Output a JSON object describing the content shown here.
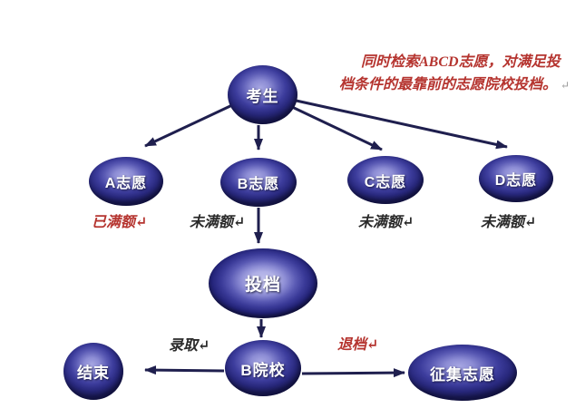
{
  "annotation": {
    "line1": "同时检索ABCD志愿，对满足投",
    "line2": "档条件的最靠前的志愿院校投档。",
    "return_mark": "↵"
  },
  "nodes": {
    "kaosheng": {
      "label": "考生"
    },
    "vol_a": {
      "label": "A志愿",
      "status": "已满额↵",
      "status_state": "full"
    },
    "vol_b": {
      "label": "B志愿",
      "status": "未满额↵",
      "status_state": "not-full"
    },
    "vol_c": {
      "label": "C志愿",
      "status": "未满额↵",
      "status_state": "not-full"
    },
    "vol_d": {
      "label": "D志愿",
      "status": "未满额↵",
      "status_state": "not-full"
    },
    "toudang": {
      "label": "投档"
    },
    "college_b": {
      "label": "B院校"
    },
    "end": {
      "label": "结束"
    },
    "zhengji": {
      "label": "征集志愿"
    }
  },
  "edge_labels": {
    "admit": "录取↵",
    "reject": "退档↵"
  },
  "colors": {
    "node_edge": "#1b1b58",
    "node_mid": "#4a4aaa",
    "node_highlight": "#a6a6e2",
    "toudang_center": "#c2c2ee",
    "arrow": "#1f1f4e",
    "red_text": "#b5342f",
    "black_text": "#2a2a2a",
    "background": "#ffffff"
  }
}
